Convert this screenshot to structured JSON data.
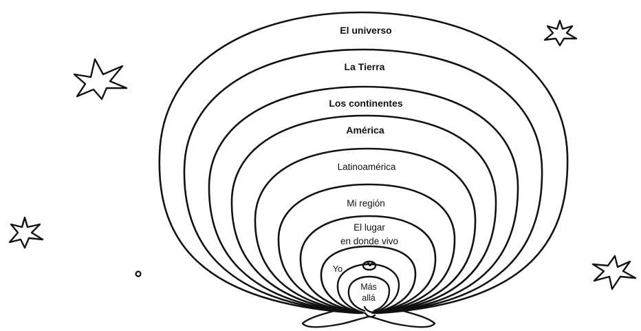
{
  "rings": [
    {
      "id": "universe",
      "label": "El universo",
      "weight": "bold"
    },
    {
      "id": "earth",
      "label": "La Tierra",
      "weight": "bold"
    },
    {
      "id": "continents",
      "label": "Los continentes",
      "weight": "bold"
    },
    {
      "id": "america",
      "label": "América",
      "weight": "bold"
    },
    {
      "id": "latinamerica",
      "label": "Latinoamérica",
      "weight": "normal"
    },
    {
      "id": "region",
      "label": "Mi región",
      "weight": "normal"
    },
    {
      "id": "place",
      "label_line1": "El lugar",
      "label_line2": "en donde vivo",
      "weight": "normal"
    }
  ],
  "self": {
    "label": "Yo",
    "beyond_line1": "Más",
    "beyond_line2": "allá"
  },
  "decorations": {
    "stars": [
      "star-icon",
      "star-icon",
      "star-icon",
      "star-icon"
    ],
    "dot": "dot-icon",
    "figure": "meditating-person-icon"
  },
  "colors": {
    "ink": "#111111",
    "background": "#ffffff"
  }
}
